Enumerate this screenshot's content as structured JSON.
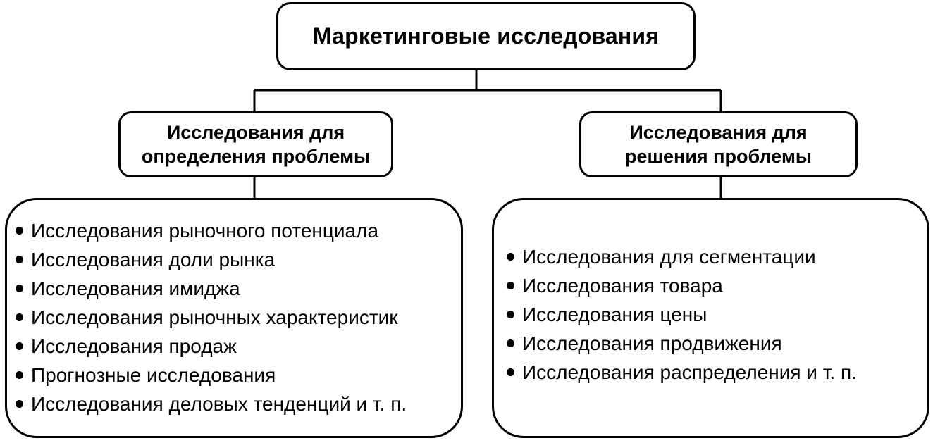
{
  "root": {
    "title": "Маркетинговые исследования"
  },
  "categories": [
    {
      "line1": "Исследования для",
      "line2": "определения проблемы",
      "items": [
        "Исследования рыночного потенциала",
        "Исследования доли рынка",
        "Исследования имиджа",
        "Исследования рыночных характеристик",
        "Исследования продаж",
        "Прогнозные исследования",
        "Исследования деловых тенденций и т. п."
      ]
    },
    {
      "line1": "Исследования для",
      "line2": "решения проблемы",
      "items": [
        "Исследования для сегментации",
        "Исследования товара",
        "Исследования цены",
        "Исследования продвижения",
        "Исследования распределения и т. п."
      ]
    }
  ]
}
